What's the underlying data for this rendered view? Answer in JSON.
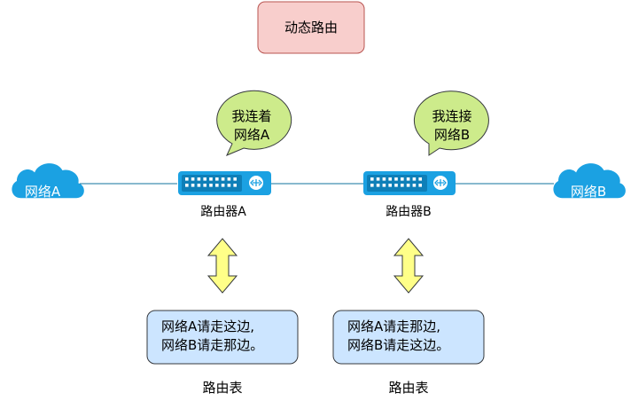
{
  "title": "动态路由",
  "clouds": {
    "left": "网络A",
    "right": "网络B"
  },
  "routers": {
    "a": {
      "label": "路由器A",
      "bubble": [
        "我连着",
        "网络A"
      ]
    },
    "b": {
      "label": "路由器B",
      "bubble": [
        "我连接",
        "网络B"
      ]
    }
  },
  "tables": {
    "a": {
      "lines": [
        "网络A请走这边,",
        "网络B请走那边。"
      ],
      "caption": "路由表"
    },
    "b": {
      "lines": [
        "网络A请走那边,",
        "网络B请走这边。"
      ],
      "caption": "路由表"
    }
  },
  "colors": {
    "title_fill": "#f8cecc",
    "title_stroke": "#b85450",
    "bubble_fill": "#cdeb8b",
    "bubble_stroke": "#36393d",
    "cloud_fill": "#1ba1e2",
    "router_fill": "#1ba1e2",
    "arrow_fill": "#ffff88",
    "arrow_stroke": "#36393d",
    "table_fill": "#cce5ff",
    "table_stroke": "#36393d",
    "link_color": "#10739e"
  }
}
